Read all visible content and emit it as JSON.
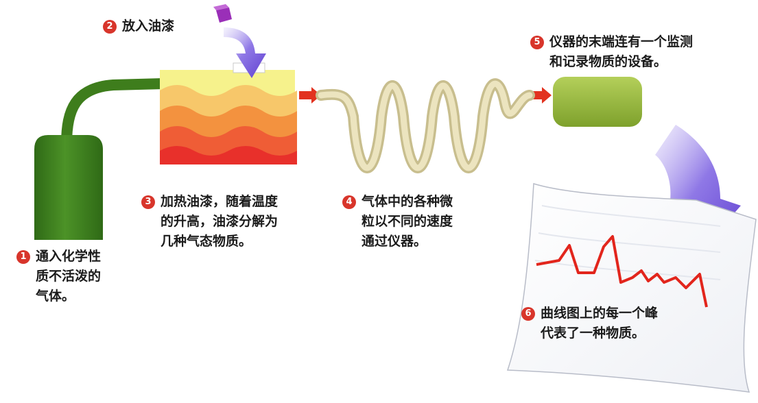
{
  "colors": {
    "green_dark": "#3f7f1f",
    "tube": "#d7cfa5",
    "paint_top": "#f4f08a",
    "paint_red": "#ec3a2c",
    "recorder_green": "#93b83a",
    "arrow_red": "#e2321f",
    "arrow_purple": "#7a61d8",
    "step_badge": "#d8352b"
  },
  "steps": [
    {
      "num": "1",
      "lines": [
        "通入化学性",
        "质不活泼的",
        "气体。"
      ]
    },
    {
      "num": "2",
      "lines": [
        "放入油漆"
      ]
    },
    {
      "num": "3",
      "lines": [
        "加热油漆，随着温度",
        "的升高，油漆分解为",
        "几种气态物质。"
      ]
    },
    {
      "num": "4",
      "lines": [
        "气体中的各种微",
        "粒以不同的速度",
        "通过仪器。"
      ]
    },
    {
      "num": "5",
      "lines": [
        "仪器的末端连有一个监测",
        "和记录物质的设备。"
      ]
    },
    {
      "num": "6",
      "lines": [
        "曲线图上的每一个峰",
        "代表了一种物质。"
      ]
    }
  ]
}
